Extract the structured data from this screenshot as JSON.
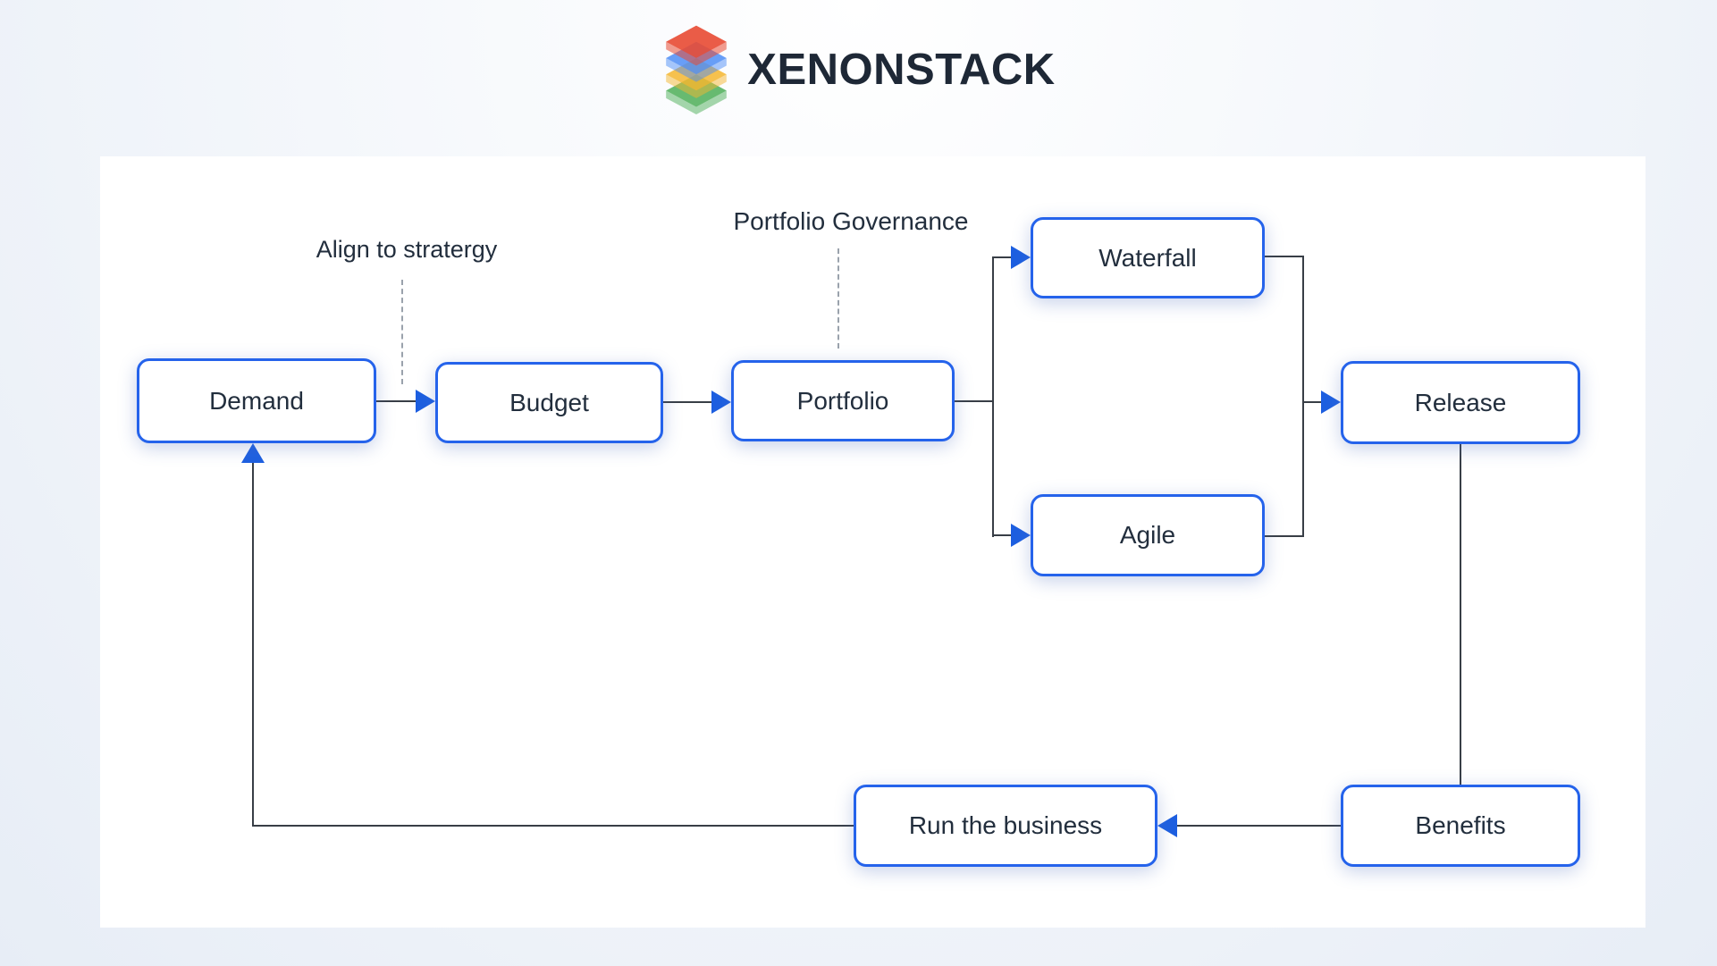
{
  "logo": {
    "text": "XENONSTACK",
    "layers": [
      {
        "name": "red",
        "color": "#e84a33"
      },
      {
        "name": "blue",
        "color": "#4e8df6"
      },
      {
        "name": "yellow",
        "color": "#f4b62f"
      },
      {
        "name": "green",
        "color": "#4cae57"
      }
    ]
  },
  "diagram": {
    "nodes": [
      {
        "id": "demand",
        "label": "Demand"
      },
      {
        "id": "budget",
        "label": "Budget"
      },
      {
        "id": "portfolio",
        "label": "Portfolio"
      },
      {
        "id": "waterfall",
        "label": "Waterfall"
      },
      {
        "id": "agile",
        "label": "Agile"
      },
      {
        "id": "release",
        "label": "Release"
      },
      {
        "id": "benefits",
        "label": "Benefits"
      },
      {
        "id": "run-the-business",
        "label": "Run the business"
      }
    ],
    "annotations": [
      {
        "id": "align-to-strategy",
        "label": "Align to stratergy"
      },
      {
        "id": "portfolio-governance",
        "label": "Portfolio Governance"
      }
    ],
    "colors": {
      "node_border": "#2563eb",
      "arrowhead": "#1d5fe0",
      "line": "#383e46",
      "node_text": "#222e3d",
      "label_text": "#222e3d",
      "logo_text": "#1e2836"
    }
  }
}
